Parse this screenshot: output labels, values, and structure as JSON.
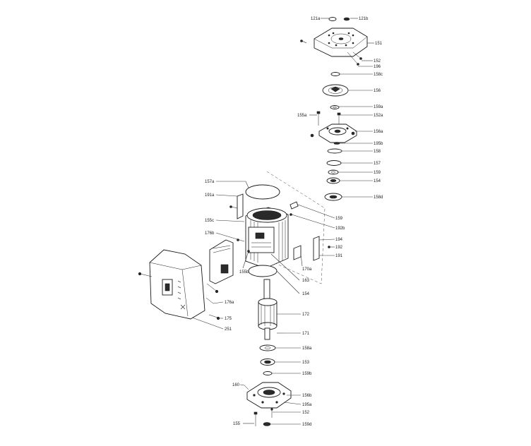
{
  "labels": {
    "l121a": "121a",
    "l121b": "121b",
    "l151": "151",
    "l152a": "152",
    "l196": "196",
    "l158c": "158c",
    "l156": "156",
    "l159a": "159a",
    "l155a": "155a",
    "l152b": "152a",
    "l156a": "156a",
    "l195b": "195b",
    "l158": "158",
    "l157": "157",
    "l159": "159",
    "l154": "154",
    "l158d": "158d",
    "l157a": "157a",
    "l191a": "191a",
    "l159r": "159",
    "l155c": "155c",
    "l192b": "192b",
    "l176b": "176b",
    "l194": "194",
    "l192": "192",
    "l191": "191",
    "l155b": "155b",
    "l170a": "170a",
    "l163": "163",
    "l154b": "154",
    "l176a": "176a",
    "l175": "175",
    "l251": "251",
    "l172": "172",
    "l171": "171",
    "l158a": "158a",
    "l153": "153",
    "l159b": "159b",
    "l160": "160",
    "l156b": "156b",
    "l195a": "195a",
    "l152c": "152",
    "l155": "155",
    "l159d": "159d"
  }
}
